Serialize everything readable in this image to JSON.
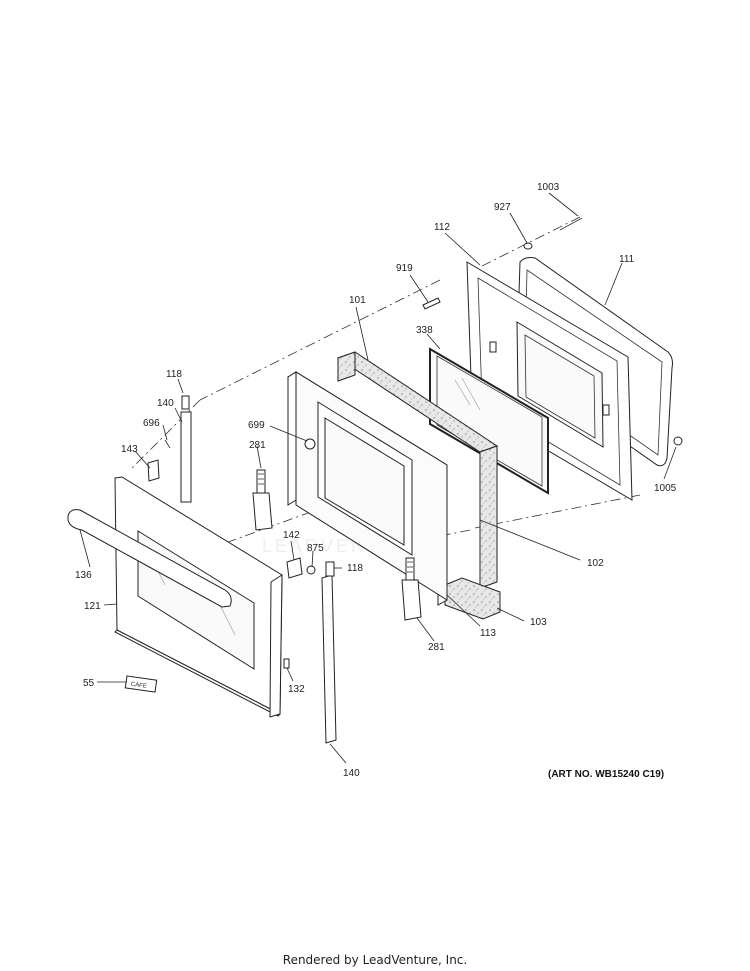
{
  "parts": [
    {
      "id": "1003"
    },
    {
      "id": "927"
    },
    {
      "id": "112"
    },
    {
      "id": "111"
    },
    {
      "id": "919"
    },
    {
      "id": "101"
    },
    {
      "id": "338"
    },
    {
      "id": "118"
    },
    {
      "id": "140"
    },
    {
      "id": "696"
    },
    {
      "id": "699"
    },
    {
      "id": "281"
    },
    {
      "id": "143"
    },
    {
      "id": "1005"
    },
    {
      "id": "142"
    },
    {
      "id": "875"
    },
    {
      "id": "118"
    },
    {
      "id": "102"
    },
    {
      "id": "136"
    },
    {
      "id": "121"
    },
    {
      "id": "113"
    },
    {
      "id": "103"
    },
    {
      "id": "281"
    },
    {
      "id": "132"
    },
    {
      "id": "55"
    },
    {
      "id": "140"
    }
  ],
  "art_number": "(ART NO. WB15240 C19)",
  "footer": "Rendered by LeadVenture, Inc.",
  "badge_text": "CAFE",
  "watermark_text": "LEADVENTURE"
}
